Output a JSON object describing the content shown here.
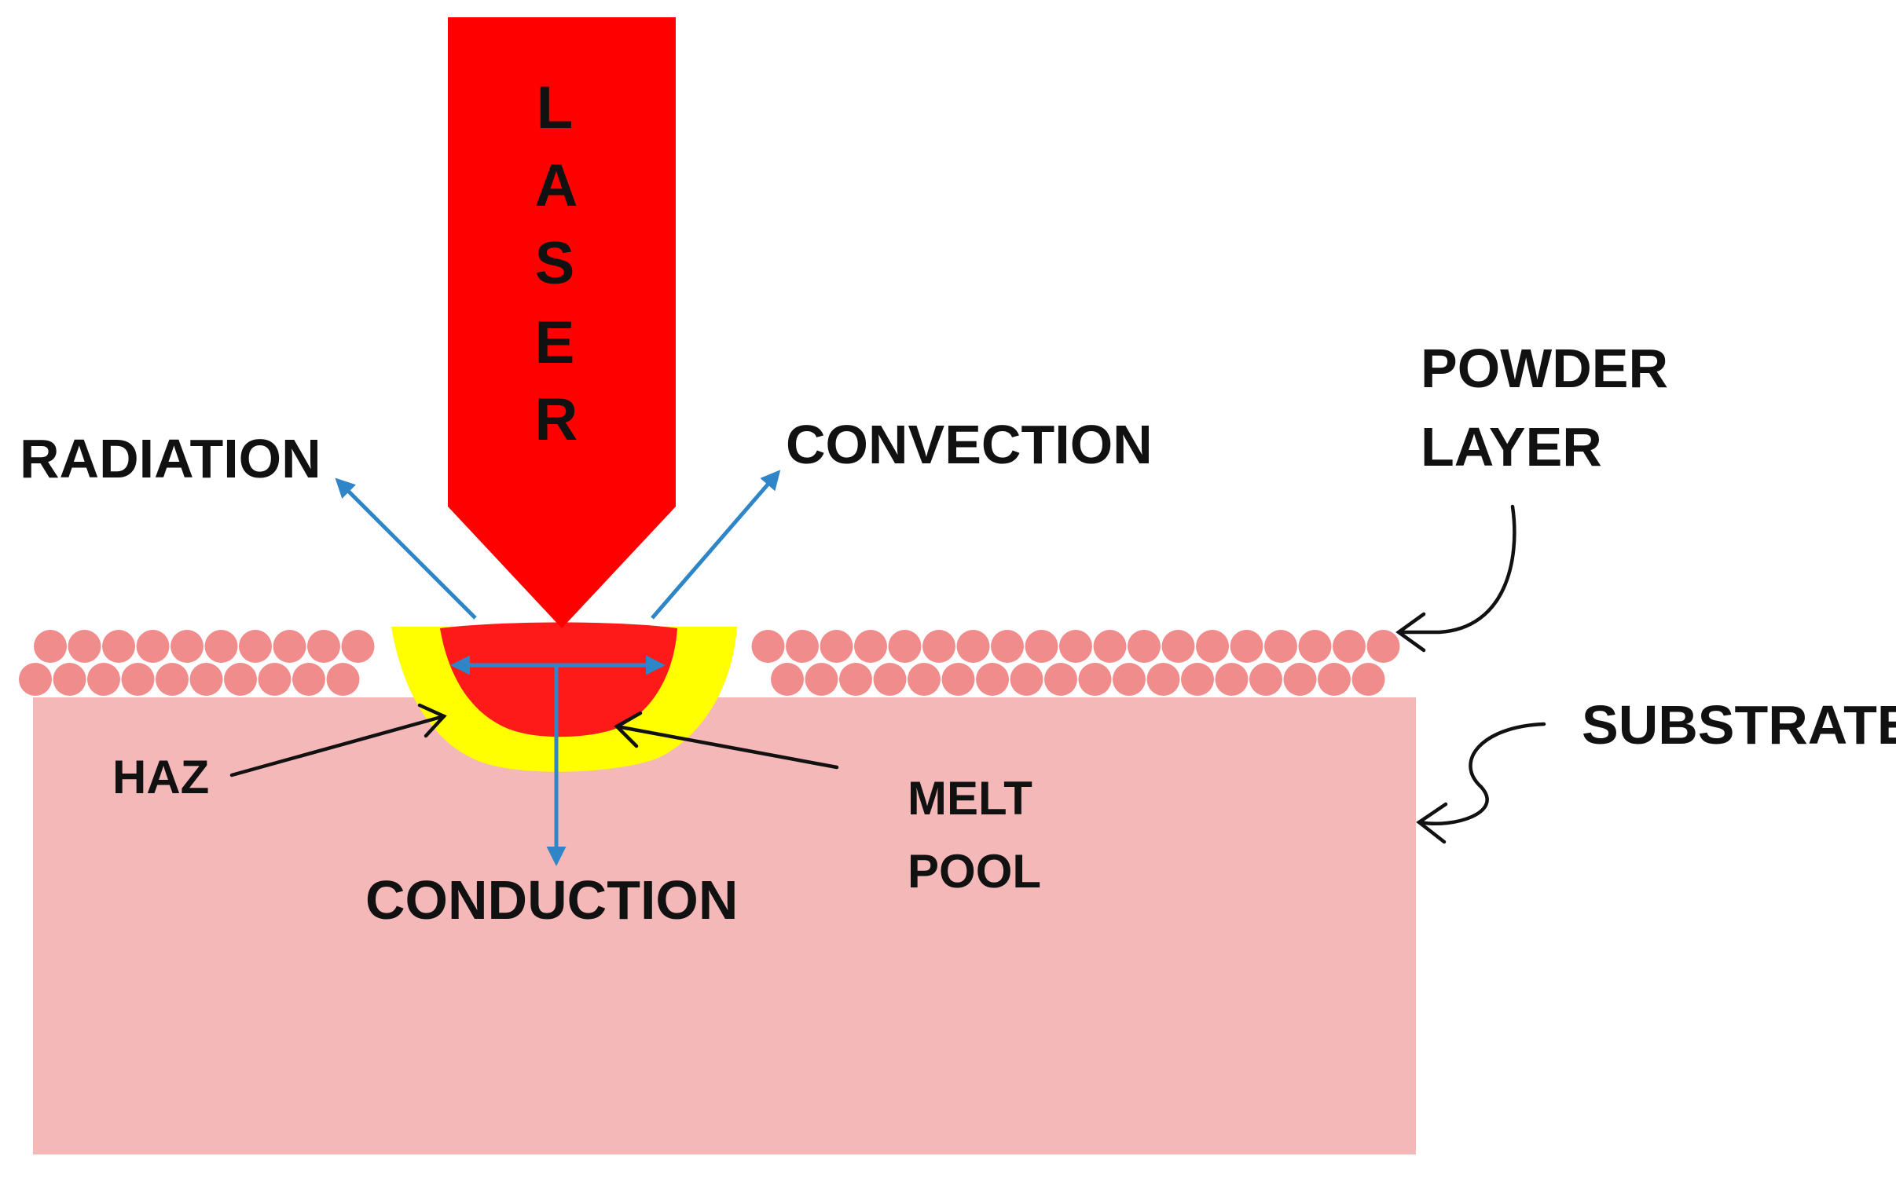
{
  "colors": {
    "laser": "#ff0000",
    "melt_pool": "#ff1a1a",
    "haz": "#ffff00",
    "substrate": "#f5b8b8",
    "powder": "#f08c8c",
    "heat_arrow": "#2e86c8",
    "pointer": "#111111",
    "text": "#111111"
  },
  "labels": {
    "laser_letters": [
      "L",
      "A",
      "S",
      "E",
      "R"
    ],
    "radiation": "RADIATION",
    "convection": "CONVECTION",
    "powder_layer_line1": "POWDER",
    "powder_layer_line2": "LAYER",
    "substrate": "SUBSTRATE",
    "haz": "HAZ",
    "melt_pool_line1": "MELT",
    "melt_pool_line2": "POOL",
    "conduction": "CONDUCTION"
  },
  "icons": {
    "heat_flow": "arrow-icon",
    "pointer": "curved-arrow-icon"
  }
}
